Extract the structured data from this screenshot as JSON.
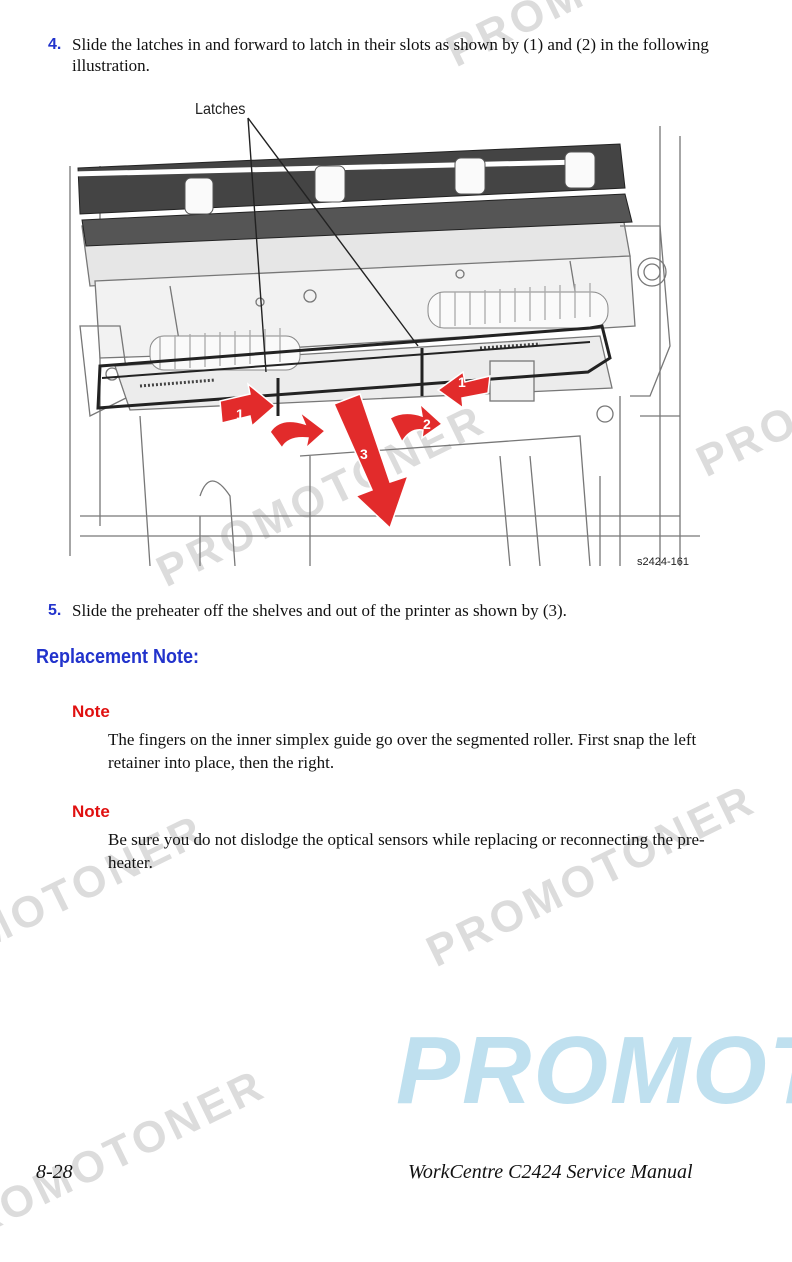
{
  "steps": [
    {
      "num": "4.",
      "text": "Slide the latches in and forward to latch in their slots as shown by (1) and (2) in the following illustration."
    },
    {
      "num": "5.",
      "text": "Slide the preheater off the shelves and out of the printer as shown by (3)."
    }
  ],
  "figure": {
    "label": "Latches",
    "id": "s2424-161",
    "callouts": [
      "1",
      "2",
      "3"
    ]
  },
  "section_heading": "Replacement Note:",
  "notes": [
    {
      "label": "Note",
      "text": "The fingers on the inner simplex guide go over the segmented roller. First snap the left retainer into place, then the right."
    },
    {
      "label": "Note",
      "text": "Be sure you do not dislodge the optical sensors while replacing or reconnecting the pre-heater."
    }
  ],
  "watermark": "PROMOTONER",
  "watermark_logo": "PROMOT",
  "footer": {
    "page": "8-28",
    "title": "WorkCentre C2424 Service Manual"
  },
  "colors": {
    "accent_blue": "#2233cc",
    "note_red": "#e01010",
    "arrow_red": "#e22b2b"
  }
}
